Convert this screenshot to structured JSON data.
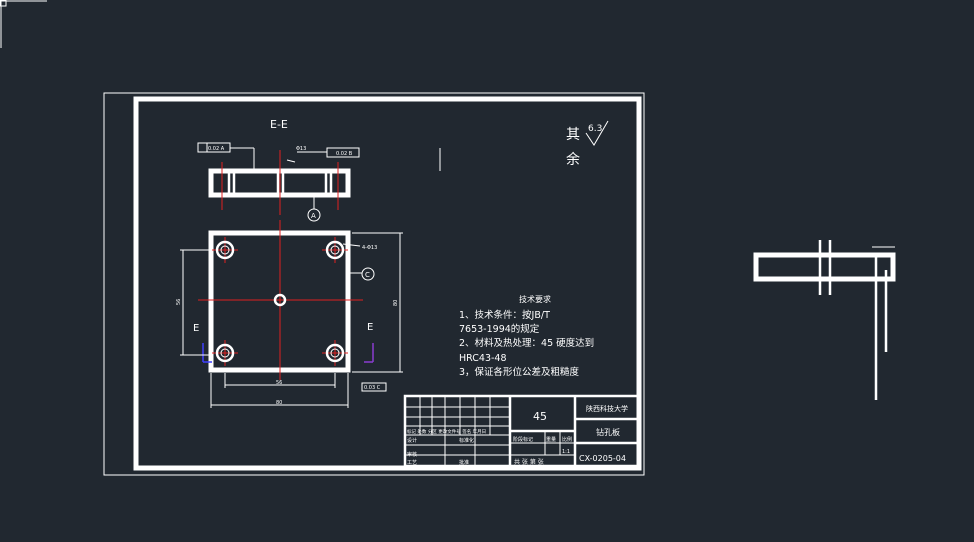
{
  "drawing": {
    "section_label": "E-E",
    "section_marker_left": "E",
    "section_marker_right": "E",
    "roughness_value": "6.3",
    "remaining_text_1": "其",
    "remaining_text_2": "余",
    "tech_requirements": {
      "title": "技术要求",
      "line1": "1、技术条件：按JB/T",
      "line2": "7653-1994的规定",
      "line3": "2、材料及热处理：45 硬度达到",
      "line4": "HRC43-48",
      "line5": "3，保证各形位公差及粗糙度"
    },
    "datum_a": "A",
    "datum_c": "C",
    "tol_left": "0.02 A",
    "tol_right": "0.02 B",
    "dim_width": "80",
    "dim_inner": "56",
    "dim_height_left": "56",
    "dim_height_right": "80",
    "dim_hole": "4-Φ13",
    "dim_small": "0.03 C"
  },
  "title_block": {
    "material": "45",
    "school": "陕西科技大学",
    "part_name": "钻孔板",
    "drawing_no": "CX-0205-04",
    "cells": {
      "row_label": "标记 处数 分区 更改文件号 签名 年月日",
      "design": "设计",
      "standard": "标准化",
      "review": "审核",
      "process": "工艺",
      "approve": "批准",
      "stage": "阶段标记",
      "weight": "重量",
      "scale": "比例",
      "scale_value": "1:1",
      "sheets": "共 张 第 张"
    }
  }
}
